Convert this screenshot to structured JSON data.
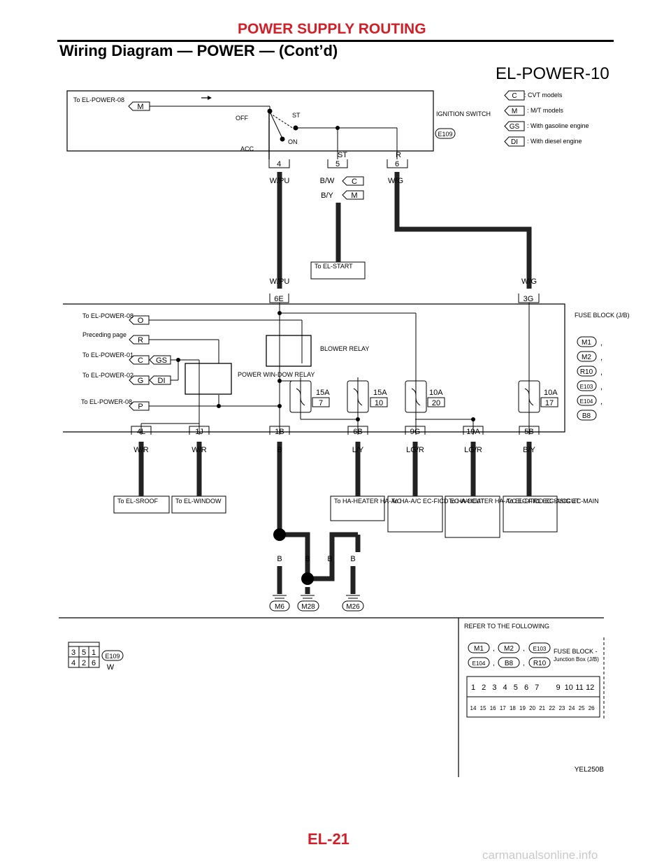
{
  "header": {
    "title": "POWER SUPPLY ROUTING",
    "subtitle": "Wiring Diagram — POWER — (Cont’d)"
  },
  "page_code": "EL-POWER-10",
  "legend": [
    {
      "tag": "C",
      "text": ": CVT models"
    },
    {
      "tag": "M",
      "text": ": M/T models"
    },
    {
      "tag": "GS",
      "text": ": With gasoline engine"
    },
    {
      "tag": "DI",
      "text": ": With diesel engine"
    }
  ],
  "ignition": {
    "label": "IGNITION SWITCH",
    "connector": "E109",
    "to_text": "To EL-POWER-08",
    "to_tag": "M",
    "positions": [
      "OFF",
      "ACC",
      "ON",
      "ST"
    ],
    "terms": [
      {
        "pin": "4",
        "name": ""
      },
      {
        "pin": "5",
        "name": "ST"
      },
      {
        "pin": "6",
        "name": "R"
      }
    ]
  },
  "wires_top": {
    "w_pu": "W/PU",
    "b_w": "B/W",
    "b_y": "B/Y",
    "w_g": "W/G",
    "tag_c": "C",
    "tag_m": "M",
    "to_start": "To EL-START"
  },
  "fuse_block": {
    "label": "FUSE BLOCK (J/B)",
    "connectors": [
      "M1",
      "M2",
      "R10",
      "E103",
      "E104",
      "B8"
    ],
    "top_pins": [
      "6E",
      "3G"
    ],
    "blower_relay": "BLOWER RELAY",
    "power_window_relay": "POWER WIN-DOW RELAY",
    "fuses": [
      {
        "amp": "15A",
        "num": "7"
      },
      {
        "amp": "15A",
        "num": "10"
      },
      {
        "amp": "10A",
        "num": "20"
      },
      {
        "amp": "10A",
        "num": "17"
      }
    ],
    "left_refs": [
      {
        "text": "To EL-POWER-08",
        "tag": "O"
      },
      {
        "text": "Preceding page",
        "tag": "R"
      },
      {
        "text": "To EL-POWER-01",
        "tag": "C",
        "tag2": "GS"
      },
      {
        "text": "To EL-POWER-02",
        "tag": "G",
        "tag2": "DI"
      },
      {
        "text": "To EL-POWER-08",
        "tag": "P"
      }
    ],
    "bottom_pins": [
      "4L",
      "1J",
      "1B",
      "6B",
      "9G",
      "19A",
      "5B"
    ]
  },
  "bottom_wires": [
    "W/R",
    "W/R",
    "B",
    "L/Y",
    "LG/R",
    "LG/R",
    "B/Y"
  ],
  "destinations": [
    "To EL-SROOF",
    "To EL-WINDOW",
    "To HA-HEATER HA-A/C",
    "To HA-A/C EC-FICD EC-A/CCUT",
    "To HA-HEATER HA-A/C EC-FICD EC-A/CCUT",
    "To EL-DTRL EC-S/SIG EC-MAIN"
  ],
  "grounds": {
    "wires": [
      "B",
      "B",
      "B",
      "B"
    ],
    "points": [
      "M6",
      "M28",
      "M26"
    ]
  },
  "connector_view": {
    "pins_top": [
      "3",
      "5",
      "1"
    ],
    "pins_bottom": [
      "4",
      "2",
      "6"
    ],
    "id": "E109",
    "color": "W"
  },
  "refer": {
    "title": "REFER TO THE FOLLOWING",
    "connectors": [
      "M1",
      "M2",
      "E103",
      "E104",
      "B8",
      "R10"
    ],
    "desc_line1": "FUSE BLOCK -",
    "desc_line2": "Junction Box (J/B)",
    "row1": [
      "1",
      "2",
      "3",
      "4",
      "5",
      "6",
      "7",
      "",
      "9",
      "10",
      "11",
      "12"
    ],
    "row2": [
      "14",
      "15",
      "16",
      "17",
      "18",
      "19",
      "20",
      "21",
      "22",
      "23",
      "24",
      "25",
      "26"
    ]
  },
  "figure_id": "YEL250B",
  "footer": "EL-21",
  "watermark": "carmanualsonline.info"
}
